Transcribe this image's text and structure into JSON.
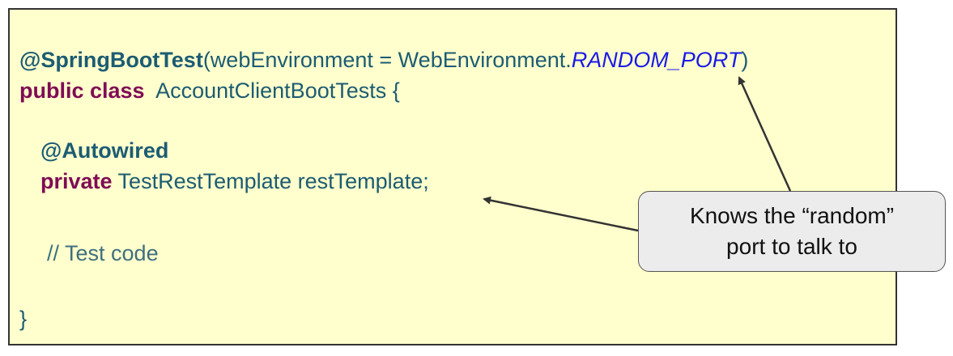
{
  "code": {
    "line1": {
      "annotation": "@SpringBootTest",
      "args_prefix": "(webEnvironment = WebEnvironment.",
      "constant": "RANDOM_PORT",
      "args_suffix": ")"
    },
    "line2": {
      "keyword": "public class",
      "class_name": "  AccountClientBootTests {"
    },
    "line3": {
      "annotation": "@Autowired"
    },
    "line4": {
      "keyword": "private",
      "field": " TestRestTemplate restTemplate;"
    },
    "line5": {
      "comment": "// Test code"
    },
    "line6": {
      "brace": "}"
    }
  },
  "callout": {
    "line1": "Knows the “random”",
    "line2": "port to talk to"
  },
  "colors": {
    "background": "#fffecd",
    "keyword": "#7f0b55",
    "annotation": "#1c5c73",
    "constant": "#1a1ae6",
    "callout_fill": "#ececec"
  }
}
